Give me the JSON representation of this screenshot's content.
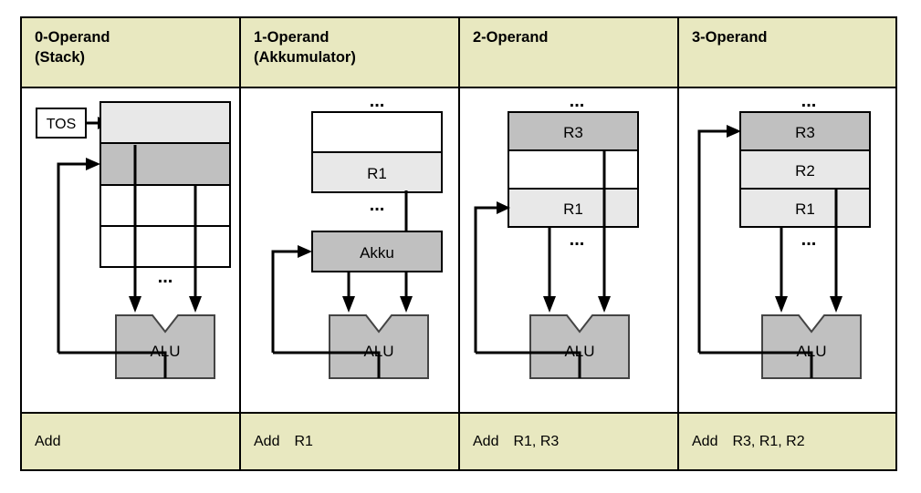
{
  "figure": {
    "title": "Operand count instruction formats",
    "colors": {
      "header_bg": "#e8e8c0",
      "instruction_bg": "#e8e8c0",
      "box_dark_gray": "#c0c0c0",
      "box_light_gray": "#e8e8e8",
      "box_white": "#ffffff",
      "line": "#000000",
      "text": "#000000"
    }
  },
  "columns": [
    {
      "id": "zero-operand",
      "header": {
        "line1": "0-Operand",
        "line2": "(Stack)"
      },
      "diagram": {
        "type": "stack",
        "pointer_label": "TOS",
        "ellipsis_below": "...",
        "alu_label": "ALU",
        "cells": [
          {
            "label": "",
            "fill": "light"
          },
          {
            "label": "",
            "fill": "dark"
          },
          {
            "label": "",
            "fill": "white"
          },
          {
            "label": "",
            "fill": "white"
          }
        ]
      },
      "instruction": {
        "op": "Add",
        "args": ""
      }
    },
    {
      "id": "one-operand",
      "header": {
        "line1": "1-Operand",
        "line2": "(Akkumulator)"
      },
      "diagram": {
        "type": "accumulator",
        "ellipsis_above": "...",
        "ellipsis_below": "...",
        "accumulator_label": "Akku",
        "alu_label": "ALU",
        "cells": [
          {
            "label": "",
            "fill": "white"
          },
          {
            "label": "R1",
            "fill": "light"
          }
        ]
      },
      "instruction": {
        "op": "Add",
        "args": "R1"
      }
    },
    {
      "id": "two-operand",
      "header": {
        "line1": "2-Operand",
        "line2": ""
      },
      "diagram": {
        "type": "registers",
        "ellipsis_above": "...",
        "ellipsis_below": "...",
        "alu_label": "ALU",
        "cells": [
          {
            "label": "R3",
            "fill": "dark"
          },
          {
            "label": "",
            "fill": "white"
          },
          {
            "label": "R1",
            "fill": "light"
          }
        ]
      },
      "instruction": {
        "op": "Add",
        "args": "R1, R3"
      }
    },
    {
      "id": "three-operand",
      "header": {
        "line1": "3-Operand",
        "line2": ""
      },
      "diagram": {
        "type": "registers",
        "ellipsis_above": "...",
        "ellipsis_below": "...",
        "alu_label": "ALU",
        "cells": [
          {
            "label": "R3",
            "fill": "dark"
          },
          {
            "label": "R2",
            "fill": "light"
          },
          {
            "label": "R1",
            "fill": "light"
          }
        ]
      },
      "instruction": {
        "op": "Add",
        "args": "R3, R1, R2"
      }
    }
  ]
}
